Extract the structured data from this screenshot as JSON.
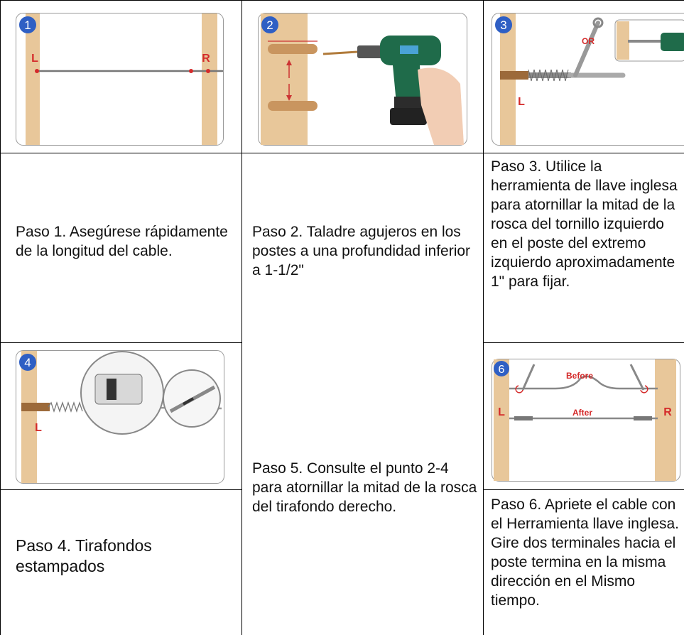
{
  "steps": [
    {
      "badge": "1",
      "text": "Paso 1. Asegúrese rápidamente de la longitud del cable.",
      "labels": {
        "left": "L",
        "right": "R"
      }
    },
    {
      "badge": "2",
      "text": "Paso 2. Taladre agujeros en los postes a una profundidad inferior a 1-1/2\""
    },
    {
      "badge": "3",
      "text": "Paso 3. Utilice la herramienta de llave inglesa para atornillar la mitad de la rosca del tornillo izquierdo en el poste del extremo izquierdo aproximadamente 1\" para fijar.",
      "labels": {
        "or": "OR",
        "left": "L"
      }
    },
    {
      "badge": "4",
      "text": "Paso 4. Tirafondos estampados",
      "labels": {
        "left": "L"
      }
    },
    {
      "badge": "",
      "text": "Paso 5. Consulte el punto 2-4 para atornillar la mitad de la rosca del tirafondo derecho."
    },
    {
      "badge": "6",
      "text": "Paso 6. Apriete el cable con el Herramienta llave inglesa. Gire dos terminales hacia el poste termina en la misma dirección en el Mismo tiempo.",
      "labels": {
        "before": "Before",
        "after": "After",
        "left": "L",
        "right": "R"
      }
    }
  ],
  "colors": {
    "badge": "#2f5fc4",
    "wood": "#e8c79a",
    "label_red": "#d42a2a",
    "border": "#000000"
  }
}
